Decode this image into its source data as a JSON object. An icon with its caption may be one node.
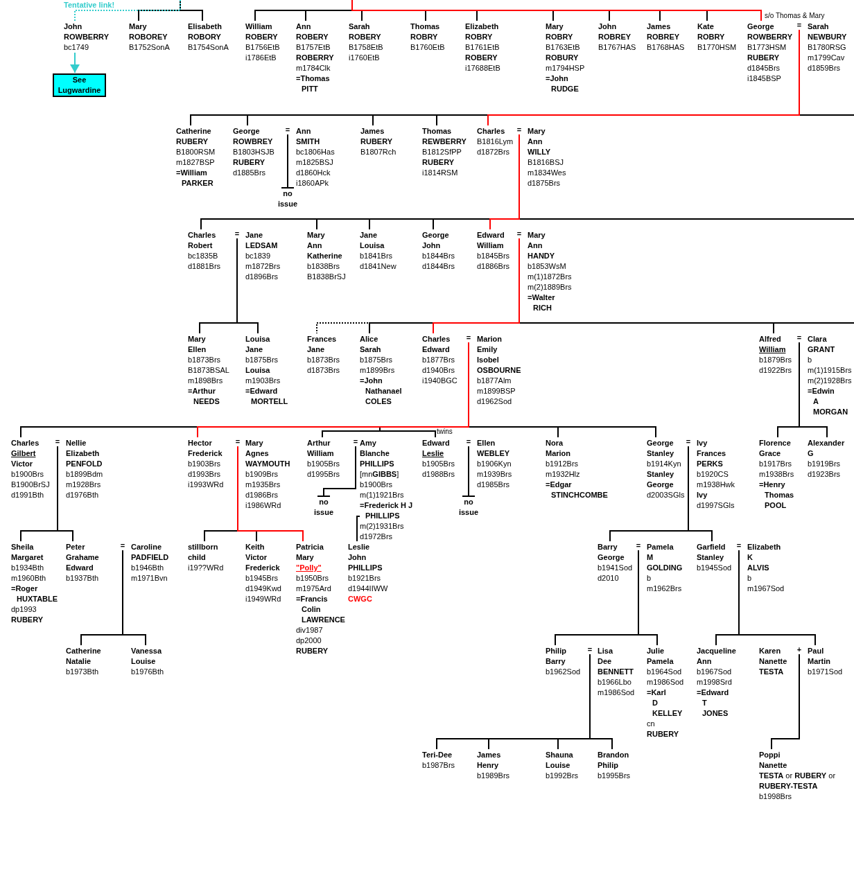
{
  "diagram": {
    "nodes": [
      {
        "text": [
          "John",
          "ROWBERRY",
          "bc1749"
        ]
      },
      {
        "text": [
          "See Lugwardine"
        ]
      },
      {
        "text": [
          "Mary",
          "ROBOREY",
          "B1752SonA"
        ]
      },
      {
        "text": [
          "Elisabeth",
          "ROBORY",
          "B1754SonA"
        ]
      },
      {
        "text": [
          "William",
          "ROBERY",
          "B1756EtB",
          "i1786EtB"
        ]
      },
      {
        "text": [
          "Ann",
          "ROBERY",
          "B1757EtB",
          "ROBERRY",
          "m1784Clk",
          "=Thomas",
          "PITT"
        ]
      },
      {
        "text": [
          "Sarah",
          "ROBERY",
          "B1758EtB",
          "i1760EtB"
        ]
      },
      {
        "text": [
          "Thomas",
          "ROBRY",
          "B1760EtB"
        ]
      },
      {
        "text": [
          "Elizabeth",
          "ROBRY",
          "B1761EtB",
          "ROBERY",
          "i17688EtB"
        ]
      },
      {
        "text": [
          "Mary",
          "ROBRY",
          "B1763EtB",
          "ROBURY",
          "m1794HSP",
          "=John",
          "RUDGE"
        ]
      },
      {
        "text": [
          "John",
          "ROBREY",
          "B1767HAS"
        ]
      },
      {
        "text": [
          "James",
          "ROBREY",
          "B1768HAS"
        ]
      },
      {
        "text": [
          "Kate",
          "ROBRY",
          "B1770HSM"
        ]
      },
      {
        "text": [
          "George",
          "ROWBERRY",
          "B1773HSM",
          "RUBERY",
          "d1845Brs",
          "i1845BSP"
        ],
        "beside": [
          "s/o Thomas & Mary"
        ]
      },
      {
        "text": [
          "="
        ]
      },
      {
        "text": [
          "Sarah",
          "NEWBURY",
          "B1780RSG",
          "m1799Cav",
          "d1859Brs"
        ]
      },
      {
        "text": [
          "Catherine",
          "RUBERY",
          "B1800RSM",
          "m1827BSP",
          "=William",
          "PARKER"
        ]
      },
      {
        "text": [
          "George",
          "ROWBREY",
          "B1803HSJB",
          "RUBERY",
          "d1885Brs"
        ]
      },
      {
        "text": [
          "="
        ]
      },
      {
        "text": [
          "Ann",
          "SMITH",
          "bc1806Has",
          "m1825BSJ",
          "d1860Hck",
          "i1860APk"
        ]
      },
      {
        "text": [
          "no",
          "issue"
        ]
      },
      {
        "text": [
          "James",
          "RUBERY",
          "B1807Rch"
        ]
      },
      {
        "text": [
          "Thomas",
          "REWBERRY",
          "B1812SfPP",
          "RUBERY",
          "i1814RSM"
        ]
      },
      {
        "text": [
          "Charles",
          "B1816Lym",
          "d1872Brs"
        ]
      },
      {
        "text": [
          "="
        ]
      },
      {
        "text": [
          "Mary",
          "Ann",
          "WILLY",
          "B1816BSJ",
          "m1834Wes",
          "d1875Brs"
        ]
      },
      {
        "text": [
          "Charles",
          "Robert",
          "bc1835B",
          "d1881Brs"
        ]
      },
      {
        "text": [
          "="
        ]
      },
      {
        "text": [
          "Jane",
          "LEDSAM",
          "bc1839",
          "m1872Brs",
          "d1896Brs"
        ]
      },
      {
        "text": [
          "Mary",
          "Ann",
          "Katherine",
          "b1838Brs",
          "B1838BrSJ"
        ]
      },
      {
        "text": [
          "Jane",
          "Louisa",
          "b1841Brs",
          "d1841New"
        ]
      },
      {
        "text": [
          "George",
          "John",
          "b1844Brs",
          "d1844Brs"
        ]
      },
      {
        "text": [
          "Edward",
          "William",
          "b1845Brs",
          "d1886Brs"
        ]
      },
      {
        "text": [
          "="
        ]
      },
      {
        "text": [
          "Mary",
          "Ann",
          "HANDY",
          "b1853WsM",
          "m(1)1872Brs",
          "m(2)1889Brs",
          "=Walter",
          "RICH"
        ]
      },
      {
        "text": [
          "Mary",
          "Ellen",
          "b1873Brs",
          "B1873BSAL",
          "m1898Brs",
          "=Arthur",
          "NEEDS"
        ]
      },
      {
        "text": [
          "Louisa",
          "Jane",
          "b1875Brs",
          "Louisa",
          "m1903Brs",
          "=Edward",
          "MORTELL"
        ]
      },
      {
        "text": [
          "Frances",
          "Jane",
          "b1873Brs",
          "d1873Brs"
        ]
      },
      {
        "text": [
          "Alice",
          "Sarah",
          "b1875Brs",
          "m1899Brs",
          "=John",
          "Nathanael",
          "COLES"
        ]
      },
      {
        "text": [
          "Charles",
          "Edward",
          "b1877Brs",
          "d1940Brs",
          "i1940BGC"
        ]
      },
      {
        "text": [
          "="
        ]
      },
      {
        "text": [
          "Marion",
          "Emily",
          "Isobel",
          "OSBOURNE",
          "b1877Alm",
          "m1899BSP",
          "d1962Sod"
        ]
      },
      {
        "text": [
          "Alfred",
          "William",
          "b1879Brs",
          "d1922Brs"
        ]
      },
      {
        "text": [
          "="
        ]
      },
      {
        "text": [
          "Clara",
          "GRANT",
          "b",
          "m(1)1915Brs",
          "m(2)1928Brs",
          "=Edwin",
          "A",
          "MORGAN"
        ]
      },
      {
        "text": [
          "Charles",
          "Gilbert",
          "Victor",
          "b1900Brs",
          "B1900BrSJ",
          "d1991Bth"
        ]
      },
      {
        "text": [
          "="
        ]
      },
      {
        "text": [
          "Nellie",
          "Elizabeth",
          "PENFOLD",
          "b1899Bdm",
          "m1928Brs",
          "d1976Bth"
        ]
      },
      {
        "text": [
          "Hector",
          "Frederick",
          "b1903Brs",
          "d1993Brs",
          "i1993WRd"
        ]
      },
      {
        "text": [
          "="
        ]
      },
      {
        "text": [
          "Mary",
          "Agnes",
          "WAYMOUTH",
          "b1909Brs",
          "m1935Brs",
          "d1986Brs",
          "i1986WRd"
        ]
      },
      {
        "text": [
          "Arthur",
          "William",
          "b1905Brs",
          "d1995Brs"
        ]
      },
      {
        "text": [
          "="
        ]
      },
      {
        "text": [
          "Amy",
          "Blanche",
          "PHILLIPS",
          "[mn**GIBBS**]",
          "b1900Brs",
          "m(1)1921Brs",
          "=Frederick H J",
          "PHILLIPS",
          "m(2)1931Brs",
          "d1972Brs"
        ]
      },
      {
        "text": [
          "no",
          "issue"
        ]
      },
      {
        "text": [
          "Edward",
          "Leslie",
          "b1905Brs",
          "d1988Brs"
        ]
      },
      {
        "text": [
          "="
        ]
      },
      {
        "text": [
          "Ellen",
          "WEBLEY",
          "b1906Kyn",
          "m1939Brs",
          "d1985Brs"
        ]
      },
      {
        "text": [
          "no",
          "issue"
        ]
      },
      {
        "text": [
          "Nora",
          "Marion",
          "b1912Brs",
          "m1932Hlz",
          "=Edgar",
          "STINCHCOMBE"
        ]
      },
      {
        "text": [
          "George",
          "Stanley",
          "b1914Kyn",
          "Stanley",
          "George",
          "d2003SGls"
        ]
      },
      {
        "text": [
          "="
        ]
      },
      {
        "text": [
          "Ivy",
          "Frances",
          "PERKS",
          "b1920CS",
          "m1938Hwk",
          "Ivy",
          "d1997SGls"
        ]
      },
      {
        "text": [
          "Florence",
          "Grace",
          "b1917Brs",
          "m1938Brs",
          "=Henry",
          "Thomas",
          "POOL"
        ]
      },
      {
        "text": [
          "Alexander",
          "G",
          "b1919Brs",
          "d1923Brs"
        ]
      },
      {
        "text": [
          "Sheila",
          "Margaret",
          "b1934Bth",
          "m1960Bth",
          "=Roger",
          "HUXTABLE",
          "dp1993",
          "RUBERY"
        ]
      },
      {
        "text": [
          "Peter",
          "Grahame",
          "Edward",
          "b1937Bth"
        ]
      },
      {
        "text": [
          "="
        ]
      },
      {
        "text": [
          "Caroline",
          "PADFIELD",
          "b1946Bth",
          "m1971Bvn"
        ]
      },
      {
        "text": [
          "stillborn",
          "child",
          "i19??WRd"
        ]
      },
      {
        "text": [
          "Keith",
          "Victor",
          "Frederick",
          "b1945Brs",
          "d1949Kwd",
          "i1949WRd"
        ]
      },
      {
        "text": [
          "Patricia",
          "Mary",
          "\"Polly\"",
          "b1950Brs",
          "m1975Ard",
          "=Francis",
          "Colin",
          "LAWRENCE",
          "div1987",
          "dp2000",
          "RUBERY"
        ]
      },
      {
        "text": [
          "Leslie",
          "John",
          "PHILLIPS",
          "b1921Brs",
          "d1944IIWW",
          "CWGC"
        ]
      },
      {
        "text": [
          "Barry",
          "George",
          "b1941Sod",
          "d2010"
        ]
      },
      {
        "text": [
          "="
        ]
      },
      {
        "text": [
          "Pamela",
          "M",
          "GOLDING",
          "b",
          "m1962Brs"
        ]
      },
      {
        "text": [
          "Garfield",
          "Stanley",
          "b1945Sod"
        ]
      },
      {
        "text": [
          "="
        ]
      },
      {
        "text": [
          "Elizabeth",
          "K",
          "ALVIS",
          "b",
          "m1967Sod"
        ]
      },
      {
        "text": [
          "Catherine",
          "Natalie",
          "b1973Bth"
        ]
      },
      {
        "text": [
          "Vanessa",
          "Louise",
          "b1976Bth"
        ]
      },
      {
        "text": [
          "Philip",
          "Barry",
          "b1962Sod"
        ]
      },
      {
        "text": [
          "="
        ]
      },
      {
        "text": [
          "Lisa",
          "Dee",
          "BENNETT",
          "b1966Lbo",
          "m1986Sod"
        ]
      },
      {
        "text": [
          "Julie",
          "Pamela",
          "b1964Sod",
          "m1986Sod",
          "=Karl",
          "D",
          "KELLEY",
          "cn",
          "RUBERY"
        ]
      },
      {
        "text": [
          "Jacqueline",
          "Ann",
          "b1967Sod",
          "m1998Srd",
          "=Edward",
          "T",
          "JONES"
        ]
      },
      {
        "text": [
          "Karen",
          "Nanette",
          "TESTA"
        ]
      },
      {
        "text": [
          "+"
        ]
      },
      {
        "text": [
          "Paul",
          "Martin",
          "b1971Sod"
        ]
      },
      {
        "text": [
          "Teri-Dee",
          "b1987Brs"
        ]
      },
      {
        "text": [
          "James",
          "Henry",
          "b1989Brs"
        ]
      },
      {
        "text": [
          "Shauna",
          "Louise",
          "b1992Brs"
        ]
      },
      {
        "text": [
          "Brandon",
          "Philip",
          "b1995Brs"
        ]
      },
      {
        "text": [
          "Poppi",
          "Nanette",
          "**TESTA** or **RUBERY** or",
          "RUBERY-TESTA",
          "b1998Brs"
        ]
      }
    ],
    "edges": [
      {
        "from": null,
        "to": 0,
        "arrow": "none",
        "label": "Tentative link!",
        "style": "dashed",
        "color": "#33cccc"
      },
      {
        "from": 0,
        "to": 1,
        "arrow": "to",
        "color": "#33cccc"
      },
      {
        "from": null,
        "to": 2,
        "arrow": "none"
      },
      {
        "from": null,
        "to": 3,
        "arrow": "none"
      },
      {
        "from": null,
        "to": 4,
        "arrow": "none"
      },
      {
        "from": null,
        "to": 5,
        "arrow": "none"
      },
      {
        "from": null,
        "to": 6,
        "arrow": "none"
      },
      {
        "from": null,
        "to": 7,
        "arrow": "none"
      },
      {
        "from": null,
        "to": 8,
        "arrow": "none"
      },
      {
        "from": null,
        "to": 9,
        "arrow": "none"
      },
      {
        "from": null,
        "to": 10,
        "arrow": "none"
      },
      {
        "from": null,
        "to": 11,
        "arrow": "none"
      },
      {
        "from": null,
        "to": 12,
        "arrow": "none"
      },
      {
        "from": null,
        "to": 13,
        "arrow": "none",
        "color": "#ff0000"
      },
      {
        "from": 14,
        "to": 16,
        "arrow": "none"
      },
      {
        "from": 14,
        "to": 17,
        "arrow": "none"
      },
      {
        "from": 14,
        "to": 21,
        "arrow": "none"
      },
      {
        "from": 14,
        "to": 22,
        "arrow": "none"
      },
      {
        "from": 14,
        "to": 23,
        "arrow": "none",
        "color": "#ff0000"
      },
      {
        "from": 14,
        "to": null,
        "arrow": "none"
      },
      {
        "from": 18,
        "to": 20,
        "arrow": "other"
      },
      {
        "from": 24,
        "to": 26,
        "arrow": "none"
      },
      {
        "from": 24,
        "to": 29,
        "arrow": "none"
      },
      {
        "from": 24,
        "to": 30,
        "arrow": "none"
      },
      {
        "from": 24,
        "to": 31,
        "arrow": "none"
      },
      {
        "from": 24,
        "to": 32,
        "arrow": "none",
        "color": "#ff0000"
      },
      {
        "from": 24,
        "to": null,
        "arrow": "none"
      },
      {
        "from": 27,
        "to": 35,
        "arrow": "none"
      },
      {
        "from": 27,
        "to": 36,
        "arrow": "none"
      },
      {
        "from": 33,
        "to": 37,
        "arrow": "none",
        "style": "dashed"
      },
      {
        "from": 33,
        "to": 38,
        "arrow": "none"
      },
      {
        "from": 33,
        "to": 39,
        "arrow": "none",
        "color": "#ff0000"
      },
      {
        "from": 33,
        "to": 42,
        "arrow": "none"
      },
      {
        "from": 33,
        "to": null,
        "arrow": "none"
      },
      {
        "from": 40,
        "to": 45,
        "arrow": "none"
      },
      {
        "from": 40,
        "to": 48,
        "arrow": "none",
        "color": "#ff0000"
      },
      {
        "from": 40,
        "to": 51,
        "arrow": "none"
      },
      {
        "from": 40,
        "to": 55,
        "arrow": "none",
        "label": "twins"
      },
      {
        "from": 40,
        "to": 59,
        "arrow": "none"
      },
      {
        "from": 40,
        "to": 60,
        "arrow": "none"
      },
      {
        "from": 43,
        "to": 63,
        "arrow": "none"
      },
      {
        "from": 43,
        "to": 64,
        "arrow": "none"
      },
      {
        "from": 46,
        "to": 65,
        "arrow": "none"
      },
      {
        "from": 46,
        "to": 66,
        "arrow": "none"
      },
      {
        "from": 49,
        "to": 69,
        "arrow": "none"
      },
      {
        "from": 49,
        "to": 70,
        "arrow": "none"
      },
      {
        "from": 49,
        "to": 71,
        "arrow": "none",
        "color": "#ff0000"
      },
      {
        "from": 52,
        "to": 54,
        "arrow": "other"
      },
      {
        "from": 53,
        "to": 72,
        "arrow": "none"
      },
      {
        "from": 56,
        "to": 58,
        "arrow": "other"
      },
      {
        "from": 61,
        "to": 73,
        "arrow": "none"
      },
      {
        "from": 61,
        "to": 76,
        "arrow": "none"
      },
      {
        "from": 67,
        "to": 79,
        "arrow": "none"
      },
      {
        "from": 67,
        "to": 80,
        "arrow": "none"
      },
      {
        "from": 74,
        "to": 81,
        "arrow": "none"
      },
      {
        "from": 74,
        "to": 84,
        "arrow": "none"
      },
      {
        "from": 77,
        "to": 85,
        "arrow": "none"
      },
      {
        "from": 77,
        "to": 88,
        "arrow": "none"
      },
      {
        "from": 82,
        "to": 89,
        "arrow": "none"
      },
      {
        "from": 82,
        "to": 90,
        "arrow": "none"
      },
      {
        "from": 82,
        "to": 91,
        "arrow": "none"
      },
      {
        "from": 82,
        "to": 92,
        "arrow": "none"
      },
      {
        "from": 87,
        "to": 93,
        "arrow": "none"
      }
    ]
  }
}
